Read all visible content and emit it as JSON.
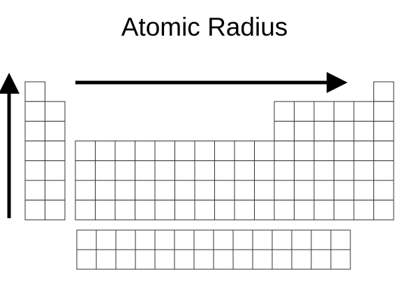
{
  "title": "Atomic Radius",
  "colors": {
    "ink": "#000000",
    "cell_fill": "#ffffff",
    "grid_line": "#333333"
  },
  "table": {
    "periods": 7,
    "groups": 18,
    "main_block_cells_per_period": [
      2,
      8,
      8,
      18,
      18,
      18,
      18
    ],
    "f_block_rows": 2,
    "f_block_columns": 14
  },
  "arrows": [
    {
      "name": "vertical-trend-arrow",
      "direction": "up"
    },
    {
      "name": "horizontal-trend-arrow",
      "direction": "right"
    }
  ]
}
